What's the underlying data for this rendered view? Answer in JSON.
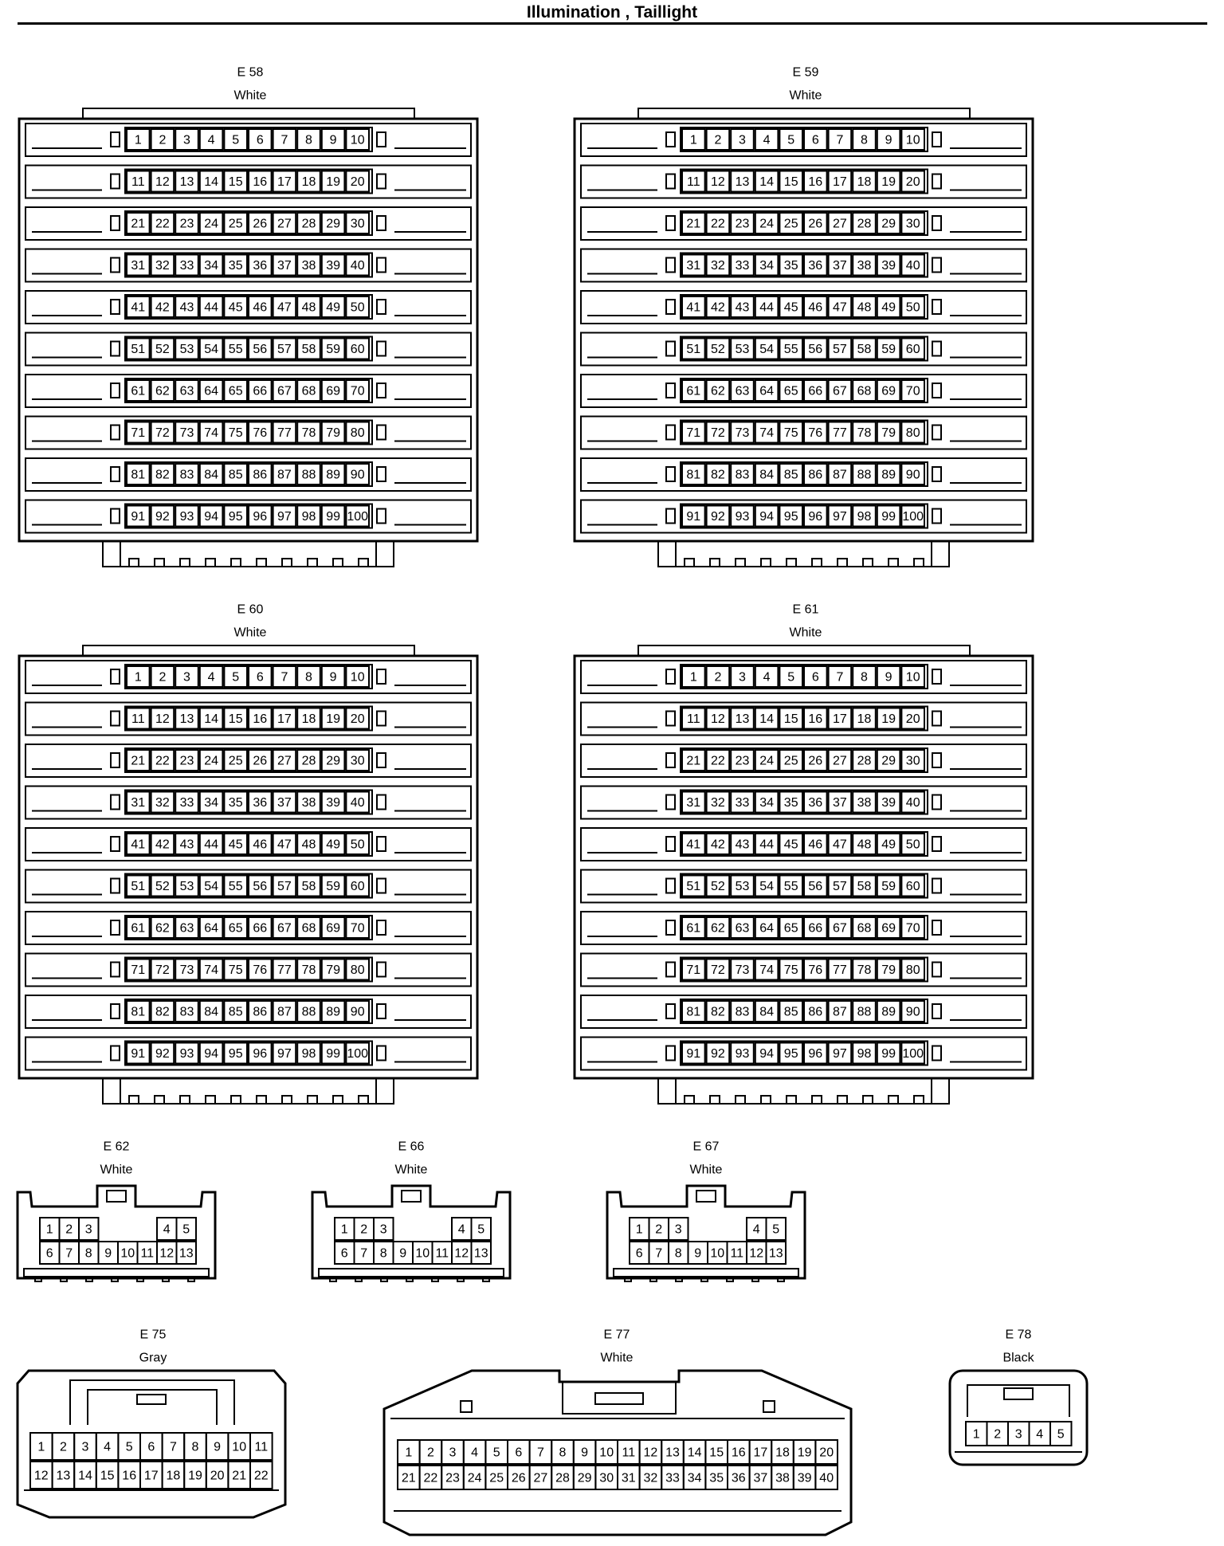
{
  "page": {
    "title": "Illumination , Taillight"
  },
  "connectors": [
    {
      "id": "E 58",
      "color": "White",
      "type": "ecu-100",
      "pins": 100
    },
    {
      "id": "E 59",
      "color": "White",
      "type": "ecu-100",
      "pins": 100
    },
    {
      "id": "E 60",
      "color": "White",
      "type": "ecu-100",
      "pins": 100
    },
    {
      "id": "E 61",
      "color": "White",
      "type": "ecu-100",
      "pins": 100
    },
    {
      "id": "E 62",
      "color": "White",
      "type": "plug-13",
      "pins": 13
    },
    {
      "id": "E 66",
      "color": "White",
      "type": "plug-13",
      "pins": 13
    },
    {
      "id": "E 67",
      "color": "White",
      "type": "plug-13",
      "pins": 13
    },
    {
      "id": "E 75",
      "color": "Gray",
      "type": "plug-22",
      "pins": 22
    },
    {
      "id": "E 77",
      "color": "White",
      "type": "plug-40",
      "pins": 40
    },
    {
      "id": "E 78",
      "color": "Black",
      "type": "plug-5",
      "pins": 5
    }
  ]
}
